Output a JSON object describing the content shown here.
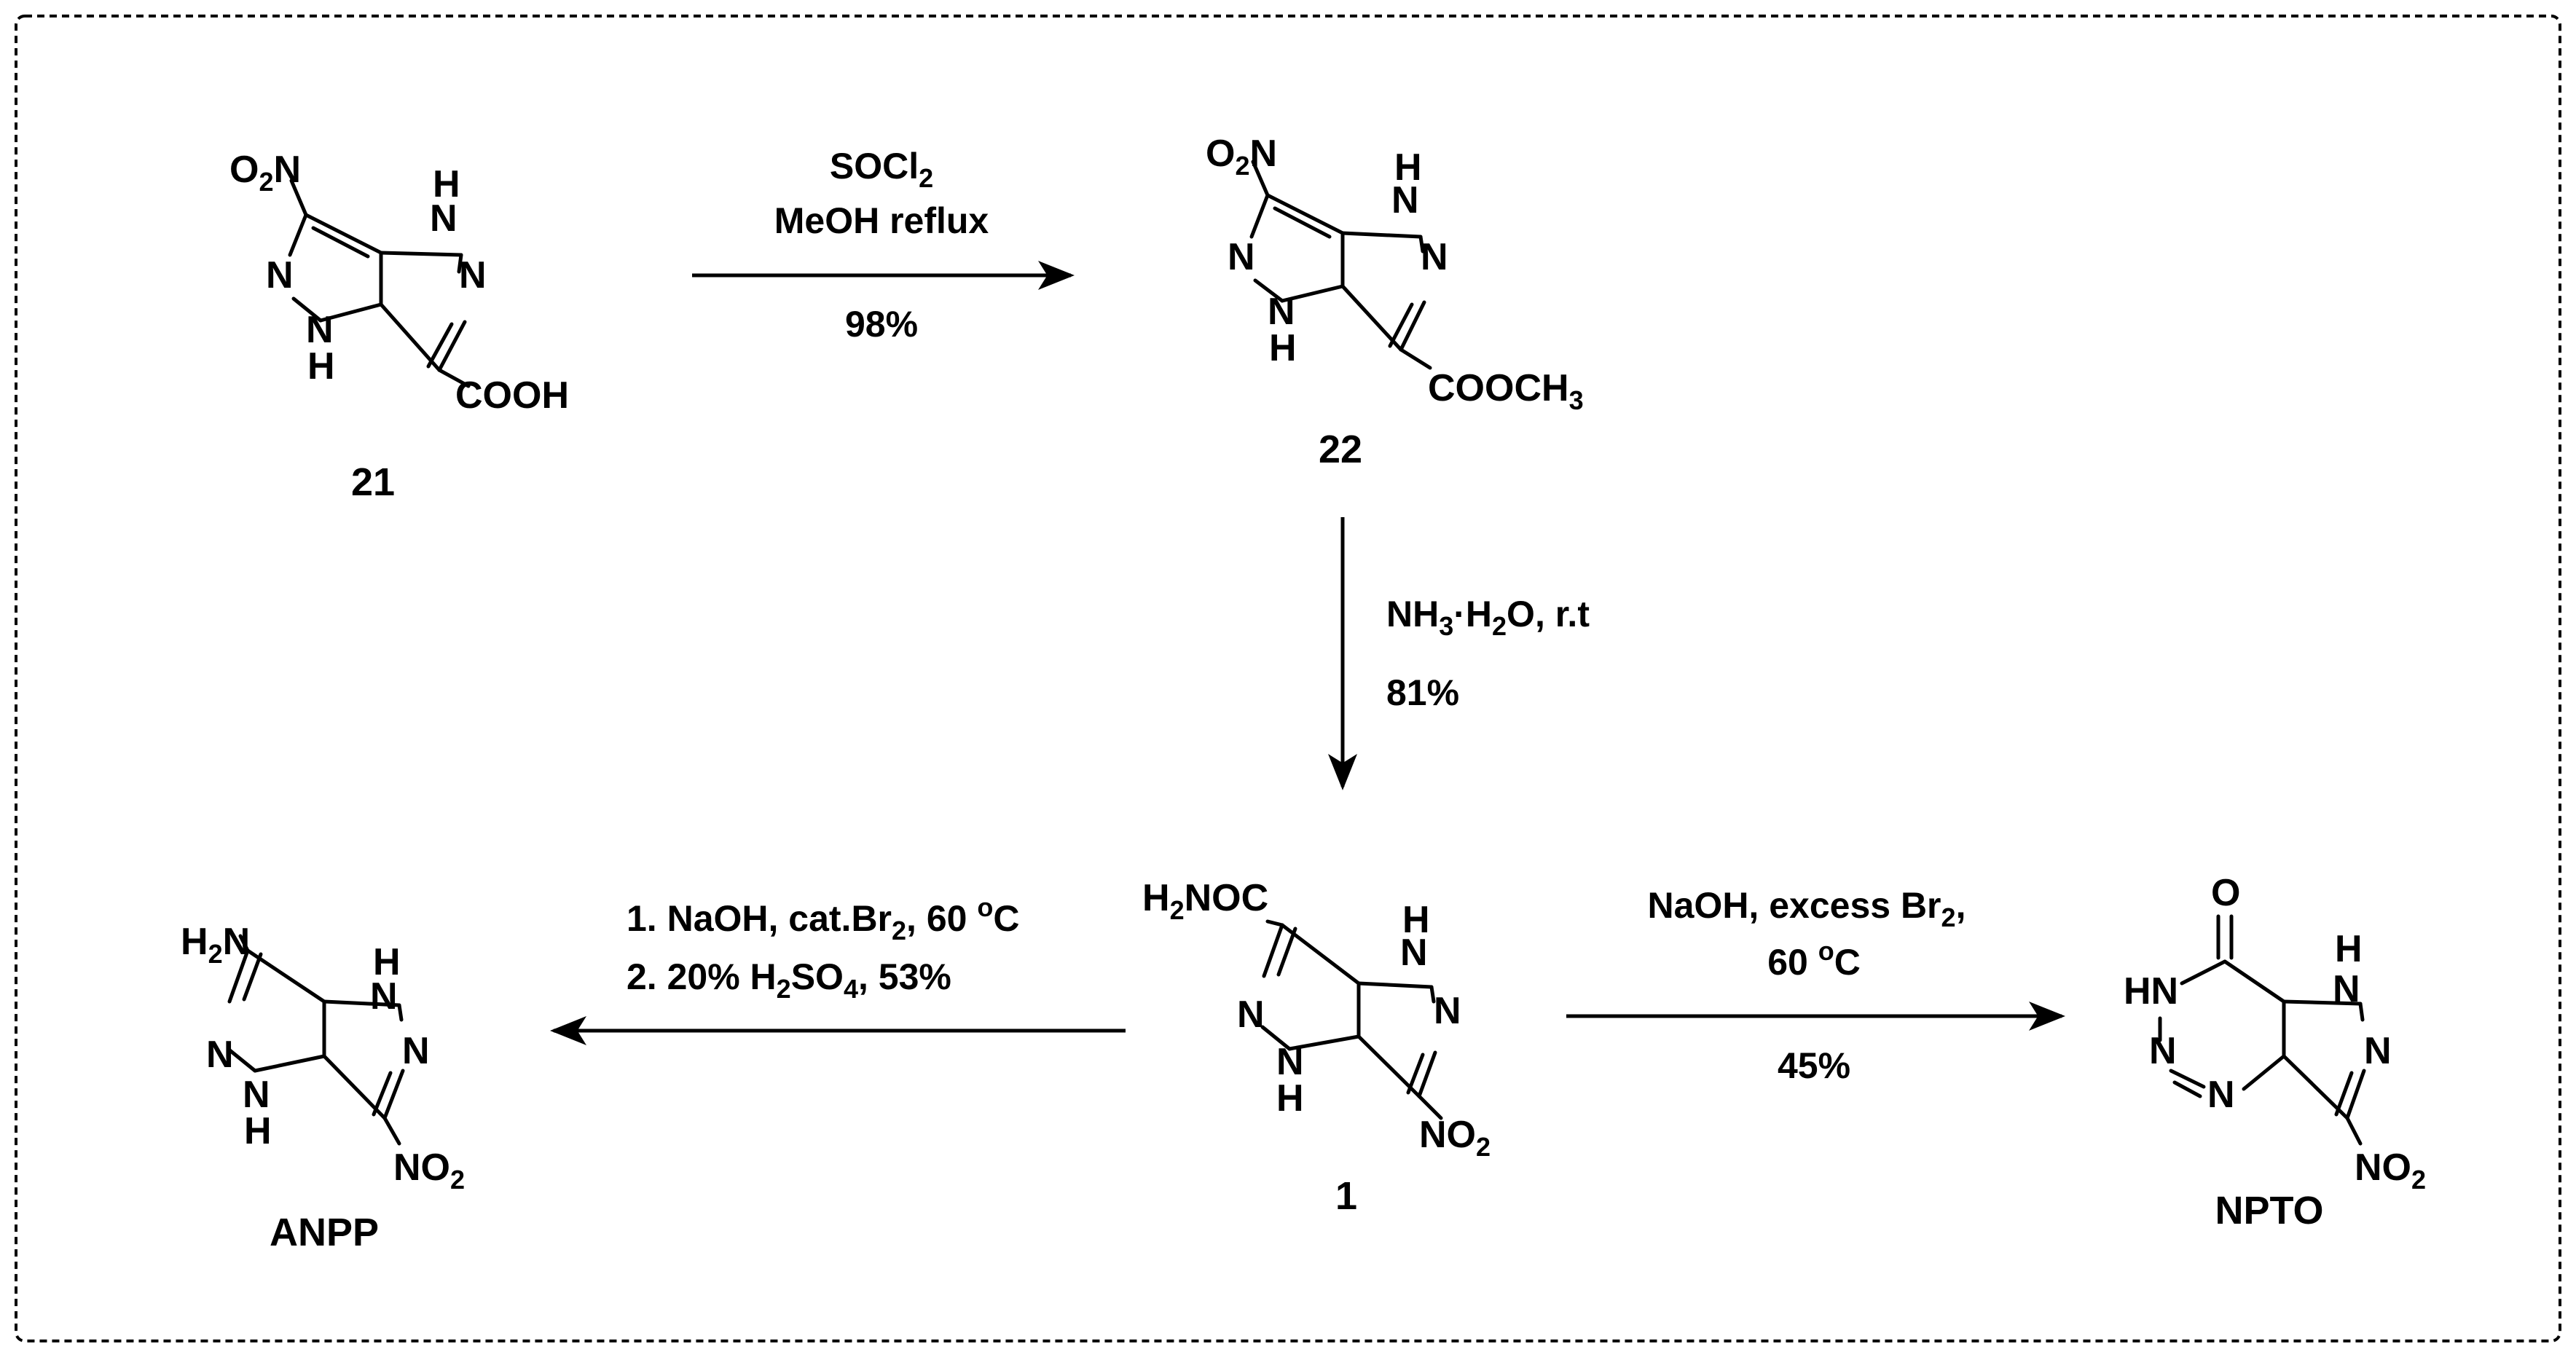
{
  "compounds": {
    "c21": {
      "label": "21",
      "groups": {
        "nitro": "O2N",
        "acid": "COOH"
      }
    },
    "c22": {
      "label": "22",
      "groups": {
        "nitro": "O2N",
        "ester": "COOCH3"
      }
    },
    "c1": {
      "label": "1",
      "groups": {
        "amide": "H2NOC",
        "nitro": "NO2"
      }
    },
    "anpp": {
      "label": "ANPP",
      "groups": {
        "amine": "H2N",
        "nitro": "NO2"
      }
    },
    "npto": {
      "label": "NPTO",
      "groups": {
        "oxo": "O",
        "nh": "HN",
        "nitro": "NO2"
      }
    }
  },
  "atoms": {
    "N": "N",
    "H": "H"
  },
  "reactions": {
    "r1": {
      "line1": "SOCl2",
      "line2": "MeOH reflux",
      "yield": "98%"
    },
    "r2": {
      "line1": "NH3·H2O, r.t",
      "yield": "81%"
    },
    "r3": {
      "line1": "1. NaOH, cat.Br2, 60 oC",
      "line2": "2. 20% H2SO4, 53%"
    },
    "r4": {
      "line1": "NaOH, excess Br2,",
      "line2": "60 oC",
      "yield": "45%"
    }
  }
}
